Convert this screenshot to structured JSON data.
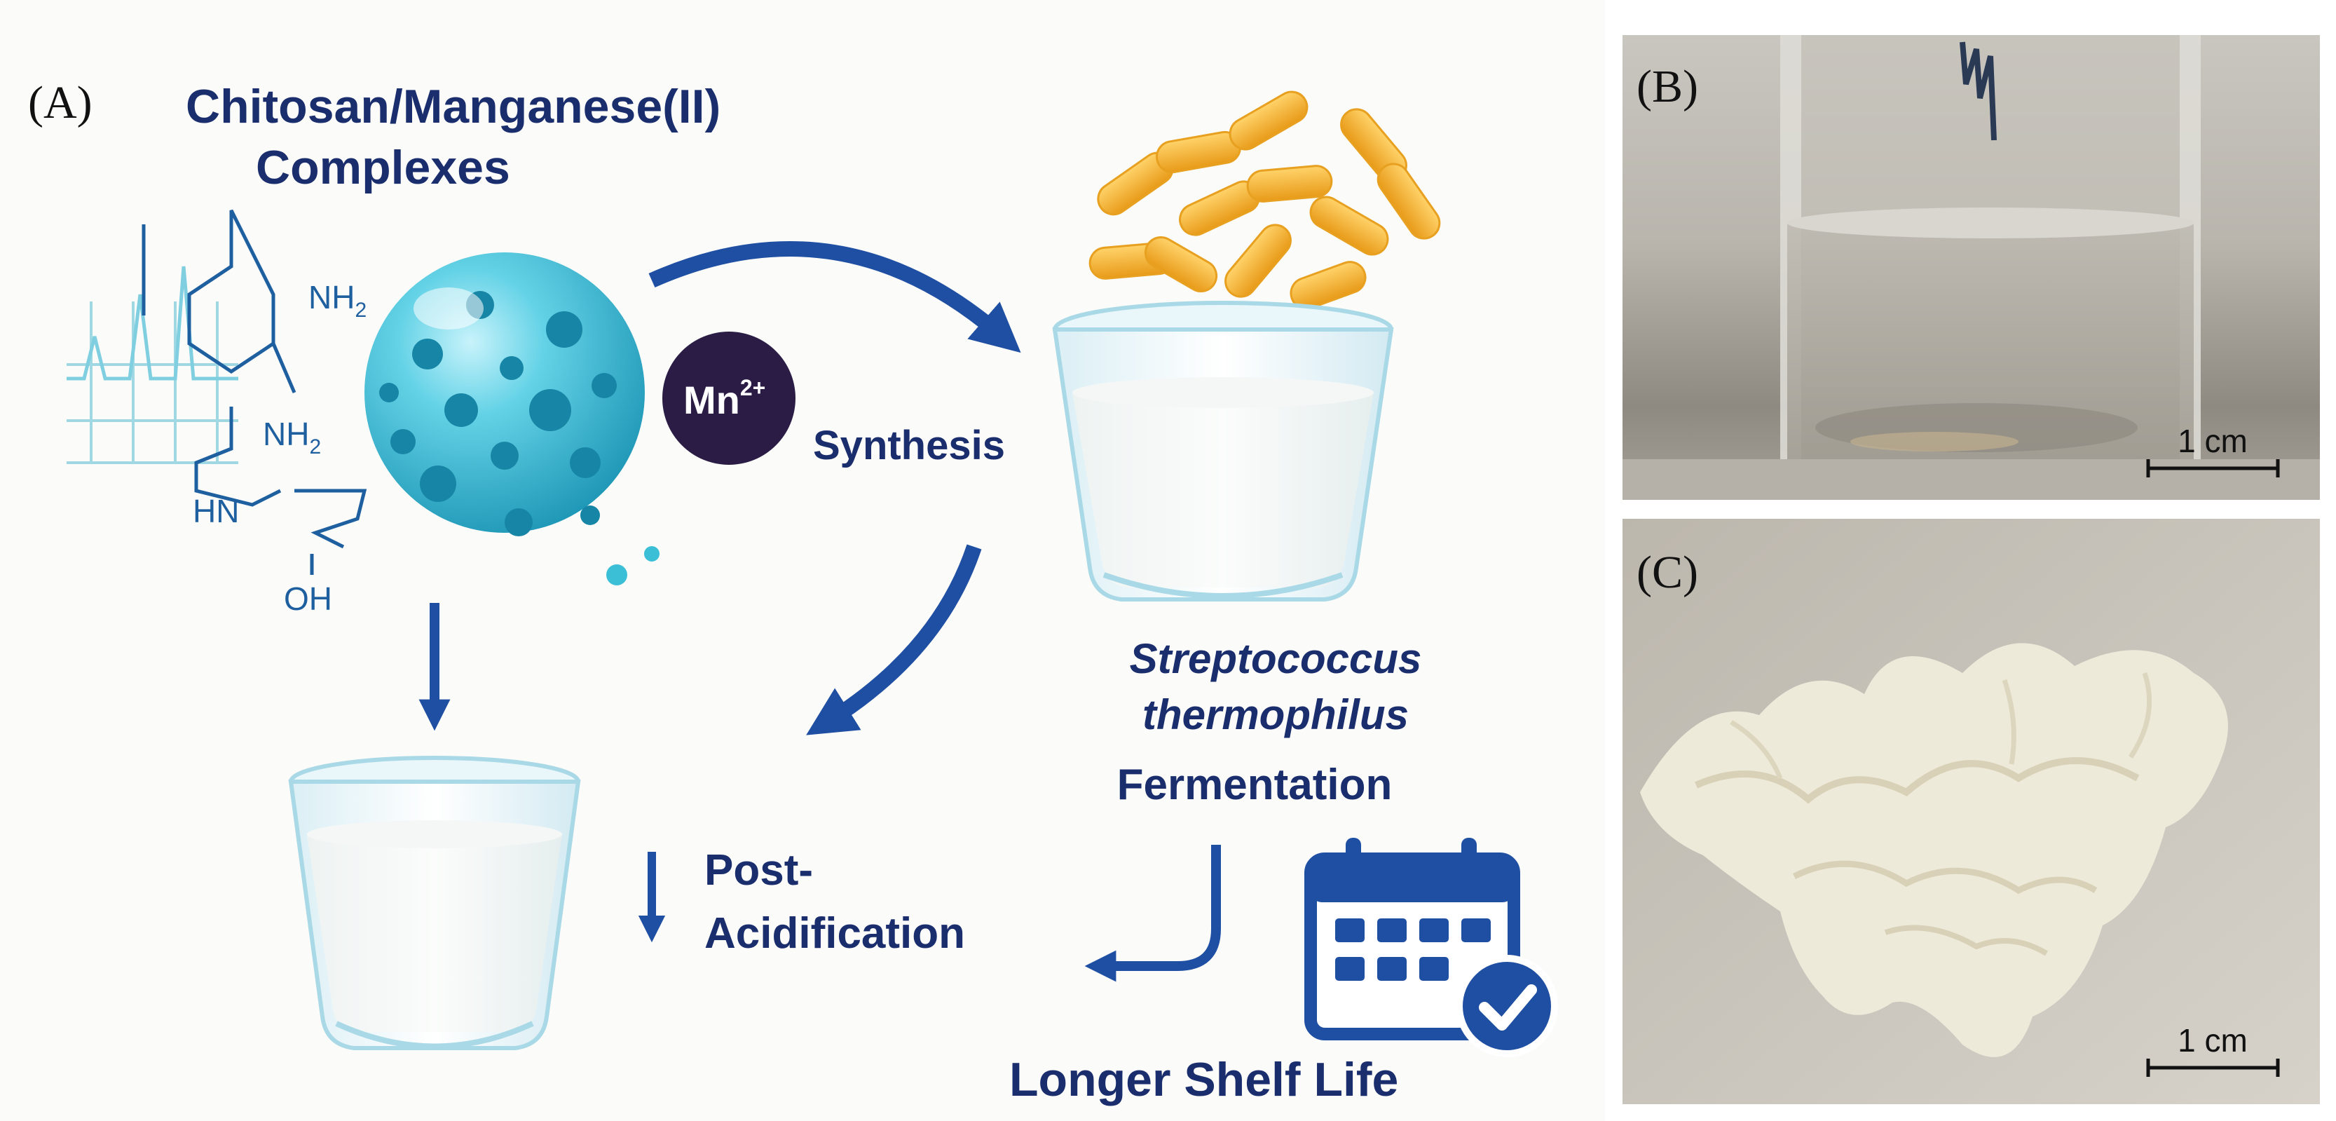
{
  "panel_a": {
    "label": "(A)",
    "title_line1": "Chitosan/Manganese(II)",
    "title_line2": "Complexes",
    "chem": {
      "nh2_top": "NH",
      "nh2_top_sub": "2",
      "nh2_mid": "NH",
      "nh2_mid_sub": "2",
      "hn": "HN",
      "oh": "OH"
    },
    "ion": {
      "base": "Mn",
      "charge": "2+"
    },
    "synthesis": "Synthesis",
    "organism_line1": "Streptococcus",
    "organism_line2": "thermophilus",
    "fermentation": "Fermentation",
    "post_line1": "Post-",
    "post_line2": "Acidification",
    "shelf_life": "Longer Shelf Life"
  },
  "panel_b": {
    "label": "(B)",
    "scale_text": "1 cm"
  },
  "panel_c": {
    "label": "(C)",
    "scale_text": "1 cm"
  },
  "colors": {
    "navy": "#1a2e6e",
    "arrow_blue": "#1f4fa3",
    "sphere_teal": "#3bbfd6",
    "mn_dark": "#2a1c45",
    "bacteria_orange": "#f5b32e",
    "chart_line": "#9fd8e3"
  }
}
